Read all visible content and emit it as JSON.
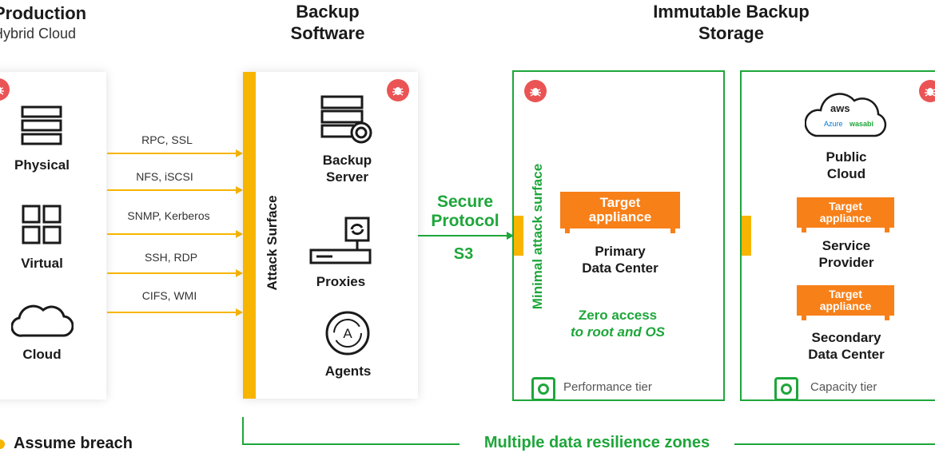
{
  "columns": {
    "production": {
      "title": "Production",
      "subtitle": "Hybrid Cloud"
    },
    "backup": {
      "title": "Backup\nSoftware"
    },
    "immutable": {
      "title": "Immutable Backup\nStorage"
    }
  },
  "production_items": [
    {
      "label": "Physical",
      "icon": "server-stack-icon"
    },
    {
      "label": "Virtual",
      "icon": "grid-icon"
    },
    {
      "label": "Cloud",
      "icon": "cloud-icon"
    }
  ],
  "protocols": [
    "RPC, SSL",
    "NFS, iSCSI",
    "SNMP, Kerberos",
    "SSH, RDP",
    "CIFS, WMI"
  ],
  "attack_surface": "Attack Surface",
  "backup_items": [
    {
      "label": "Backup\nServer",
      "icon": "backup-server-icon"
    },
    {
      "label": "Proxies",
      "icon": "proxy-icon"
    },
    {
      "label": "Agents",
      "icon": "agent-icon"
    }
  ],
  "secure_protocol": {
    "title": "Secure\nProtocol",
    "value": "S3"
  },
  "primary_zone": {
    "side_label": "Minimal attack surface",
    "appliance": "Target\nappliance",
    "site": "Primary\nData Center",
    "zero_access_1": "Zero access",
    "zero_access_2": "to root and OS",
    "tier": "Performance tier"
  },
  "capacity_zone": {
    "cloud_logos": [
      "aws",
      "Azure",
      "wasabi"
    ],
    "public_cloud": "Public\nCloud",
    "appliance_1": "Target\nappliance",
    "service_provider": "Service\nProvider",
    "appliance_2": "Target\nappliance",
    "secondary": "Secondary\nData Center",
    "tier": "Capacity tier"
  },
  "footer": {
    "assume_breach": "Assume breach",
    "zones": "Multiple data resilience zones"
  },
  "colors": {
    "accent_yellow": "#f7b500",
    "green": "#1ea63a",
    "orange": "#f78019",
    "bug_red": "#ea5455"
  }
}
